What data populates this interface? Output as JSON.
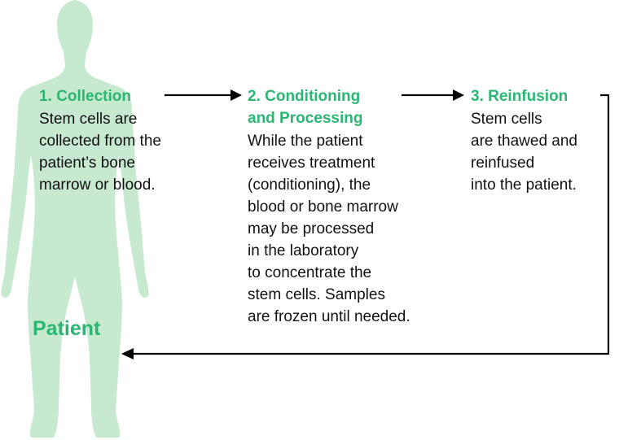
{
  "colors": {
    "accent_green": "#2bb673",
    "body_fill": "#c6e9cf",
    "text": "#111111",
    "arrow": "#000000"
  },
  "patient": {
    "label": "Patient",
    "figure_icon": "human-silhouette-icon"
  },
  "steps": [
    {
      "title_lines": [
        "1. Collection"
      ],
      "body_lines": [
        "Stem cells are",
        "collected from the",
        "patient’s bone",
        "marrow or blood."
      ]
    },
    {
      "title_lines": [
        "2. Conditioning",
        "and Processing"
      ],
      "body_lines": [
        "While the patient",
        "receives treatment",
        "(conditioning), the",
        "blood or bone marrow",
        "may be processed",
        "in the laboratory",
        "to concentrate the",
        "stem cells. Samples",
        "are frozen until needed."
      ]
    },
    {
      "title_lines": [
        "3. Reinfusion"
      ],
      "body_lines": [
        "Stem cells",
        "are thawed and",
        "reinfused",
        "into the patient."
      ]
    }
  ]
}
